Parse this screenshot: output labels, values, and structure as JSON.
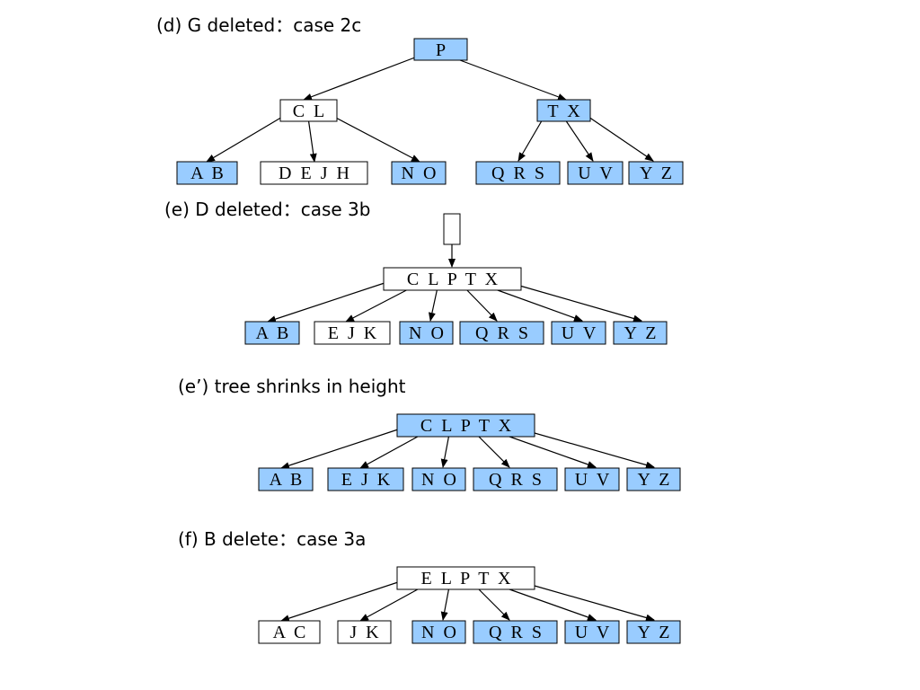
{
  "colors": {
    "highlight": "#99ccff",
    "plain": "#ffffff",
    "stroke": "#000000"
  },
  "panels": {
    "d": {
      "caption": "(d) G deleted：case 2c",
      "nodes": [
        {
          "label": "P",
          "highlighted": true
        },
        {
          "label": "C  L",
          "highlighted": false
        },
        {
          "label": "T  X",
          "highlighted": true
        },
        {
          "label": "A  B",
          "highlighted": true
        },
        {
          "label": "D  E  J  H",
          "highlighted": false
        },
        {
          "label": "N  O",
          "highlighted": true
        },
        {
          "label": "Q  R  S",
          "highlighted": true
        },
        {
          "label": "U  V",
          "highlighted": true
        },
        {
          "label": "Y  Z",
          "highlighted": true
        }
      ]
    },
    "e": {
      "caption": "(e) D deleted：case 3b",
      "nodes": [
        {
          "label": "",
          "highlighted": false
        },
        {
          "label": "C  L  P  T  X",
          "highlighted": false
        },
        {
          "label": "A  B",
          "highlighted": true
        },
        {
          "label": "E  J  K",
          "highlighted": false
        },
        {
          "label": "N  O",
          "highlighted": true
        },
        {
          "label": "Q  R  S",
          "highlighted": true
        },
        {
          "label": "U  V",
          "highlighted": true
        },
        {
          "label": "Y  Z",
          "highlighted": true
        }
      ]
    },
    "e_prime": {
      "caption": "(e’) tree shrinks in height",
      "nodes": [
        {
          "label": "C  L  P  T  X",
          "highlighted": true
        },
        {
          "label": "A  B",
          "highlighted": true
        },
        {
          "label": "E  J  K",
          "highlighted": true
        },
        {
          "label": "N  O",
          "highlighted": true
        },
        {
          "label": "Q  R  S",
          "highlighted": true
        },
        {
          "label": "U  V",
          "highlighted": true
        },
        {
          "label": "Y  Z",
          "highlighted": true
        }
      ]
    },
    "f": {
      "caption": "(f) B delete：case 3a",
      "nodes": [
        {
          "label": "E  L  P  T  X",
          "highlighted": false
        },
        {
          "label": "A  C",
          "highlighted": false
        },
        {
          "label": "J  K",
          "highlighted": false
        },
        {
          "label": "N  O",
          "highlighted": true
        },
        {
          "label": "Q  R  S",
          "highlighted": true
        },
        {
          "label": "U  V",
          "highlighted": true
        },
        {
          "label": "Y  Z",
          "highlighted": true
        }
      ]
    }
  }
}
